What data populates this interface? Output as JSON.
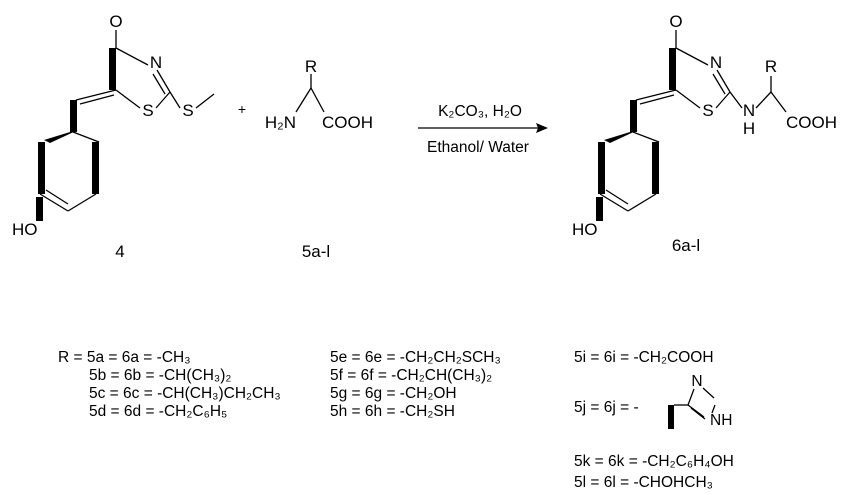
{
  "reactant_thiazolone": {
    "oxygen": "O",
    "nitrogen": "N",
    "sulfur": "S",
    "thioether_sulfur": "S",
    "hydroxyl": "HO",
    "compound_label": "4"
  },
  "plus_sign": "+",
  "amino_acid": {
    "r_group": "R",
    "amine": "H₂N",
    "acid": "COOH",
    "compound_label": "5a-l"
  },
  "conditions": {
    "reagents": "K₂CO₃, H₂O",
    "solvent": "Ethanol/ Water"
  },
  "product": {
    "oxygen": "O",
    "nitrogen": "N",
    "sulfur": "S",
    "amine_n": "N",
    "amine_h": "H",
    "r_group": "R",
    "acid": "COOH",
    "hydroxyl": "HO",
    "compound_label": "6a-l"
  },
  "legend": {
    "column_1": [
      "R = 5a = 6a = -CH₃",
      "5b = 6b = -CH(CH₃)₂",
      "5c = 6c = -CH(CH₃)CH₂CH₃",
      "5d = 6d = -CH₂C₆H₅"
    ],
    "column_2": [
      "5e = 6e = -CH₂CH₂SCH₃",
      "5f = 6f = -CH₂CH(CH₃)₂",
      "5g = 6g = -CH₂OH",
      "5h = 6h = -CH₂SH"
    ],
    "column_3": [
      "5i = 6i = -CH₂COOH",
      "5j = 6j = -",
      "5k = 6k = -CH₂C₆H₄OH",
      "5l = 6l = -CHOHCH₃"
    ],
    "imidazole": {
      "n": "N",
      "nh": "NH"
    }
  }
}
